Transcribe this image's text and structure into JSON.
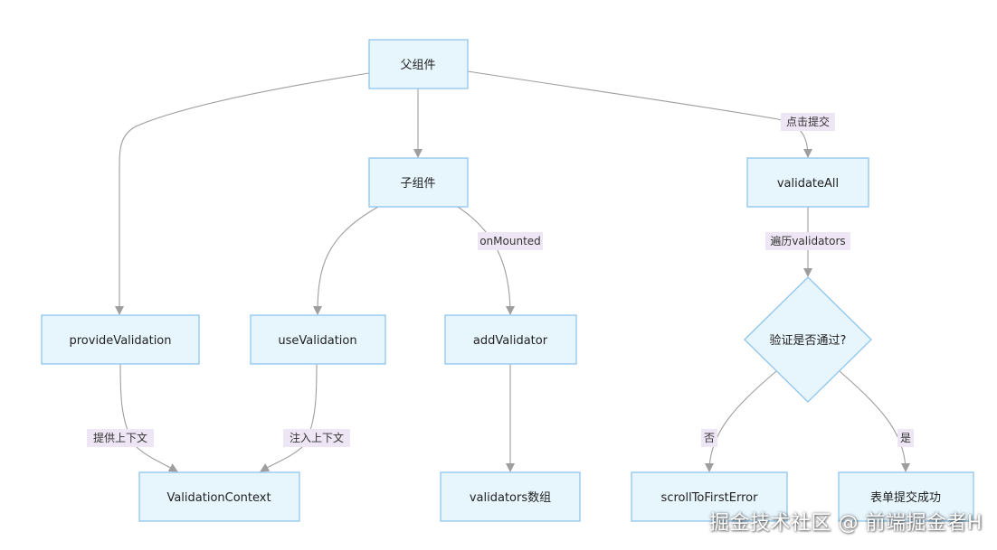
{
  "diagram": {
    "nodes": {
      "parent": "父组件",
      "child": "子组件",
      "validate_all": "validateAll",
      "provide_validation": "provideValidation",
      "use_validation": "useValidation",
      "add_validator": "addValidator",
      "decision": "验证是否通过?",
      "validation_context": "ValidationContext",
      "validators_array": "validators数组",
      "scroll_to_first_error": "scrollToFirstError",
      "submit_success": "表单提交成功"
    },
    "edge_labels": {
      "click_submit": "点击提交",
      "on_mounted": "onMounted",
      "iterate_validators": "遍历validators",
      "provide_context": "提供上下文",
      "inject_context": "注入上下文",
      "no": "否",
      "yes": "是"
    }
  },
  "watermark": "掘金技术社区 @ 前端掘金者H"
}
